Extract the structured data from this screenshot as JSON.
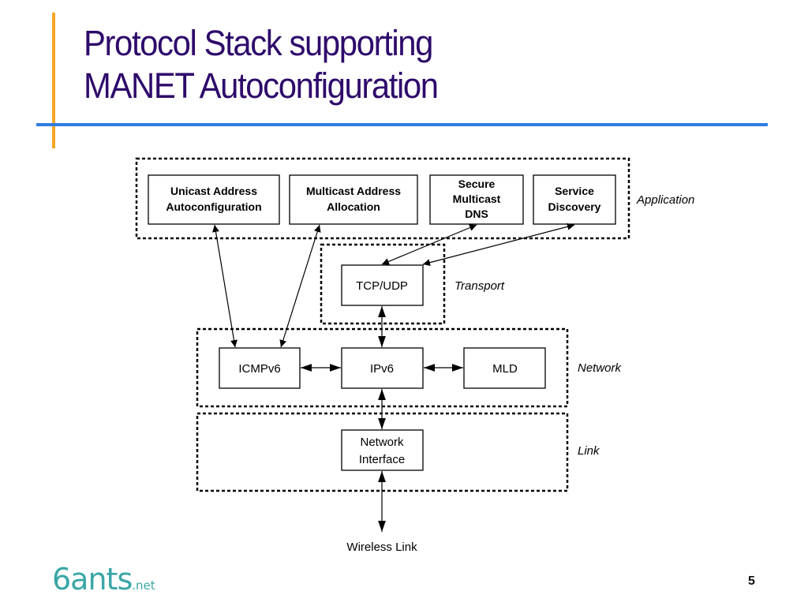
{
  "slide": {
    "title_lines": [
      "Protocol Stack supporting",
      "MANET Autoconfiguration"
    ],
    "page_number": "5",
    "logo": {
      "main": "6ants",
      "suffix": ".net"
    },
    "colors": {
      "title": "#2e0a6b",
      "accent_vertical": "#f5a623",
      "accent_horizontal": "#2f7de1",
      "logo": "#3aa6a6"
    }
  },
  "diagram": {
    "layers": {
      "application": "Application",
      "transport": "Transport",
      "network": "Network",
      "link": "Link"
    },
    "boxes": {
      "unicast": [
        "Unicast Address",
        "Autoconfiguration"
      ],
      "multicast_alloc": [
        "Multicast Address",
        "Allocation"
      ],
      "smdns": [
        "Secure",
        "Multicast",
        "DNS"
      ],
      "service": [
        "Service",
        "Discovery"
      ],
      "tcpudp": [
        "TCP/UDP"
      ],
      "icmpv6": [
        "ICMPv6"
      ],
      "ipv6": [
        "IPv6"
      ],
      "mld": [
        "MLD"
      ],
      "netif": [
        "Network",
        "Interface"
      ]
    },
    "external": "Wireless Link",
    "connections": [
      {
        "from": "unicast",
        "to": "icmpv6",
        "type": "bidirectional"
      },
      {
        "from": "multicast_alloc",
        "to": "icmpv6",
        "type": "bidirectional"
      },
      {
        "from": "smdns",
        "to": "tcpudp",
        "type": "bidirectional"
      },
      {
        "from": "service",
        "to": "tcpudp",
        "type": "bidirectional"
      },
      {
        "from": "tcpudp",
        "to": "ipv6",
        "type": "bidirectional"
      },
      {
        "from": "icmpv6",
        "to": "ipv6",
        "type": "bidirectional"
      },
      {
        "from": "ipv6",
        "to": "mld",
        "type": "bidirectional"
      },
      {
        "from": "ipv6",
        "to": "netif",
        "type": "bidirectional"
      },
      {
        "from": "netif",
        "to": "wireless_link",
        "type": "bidirectional"
      }
    ]
  }
}
